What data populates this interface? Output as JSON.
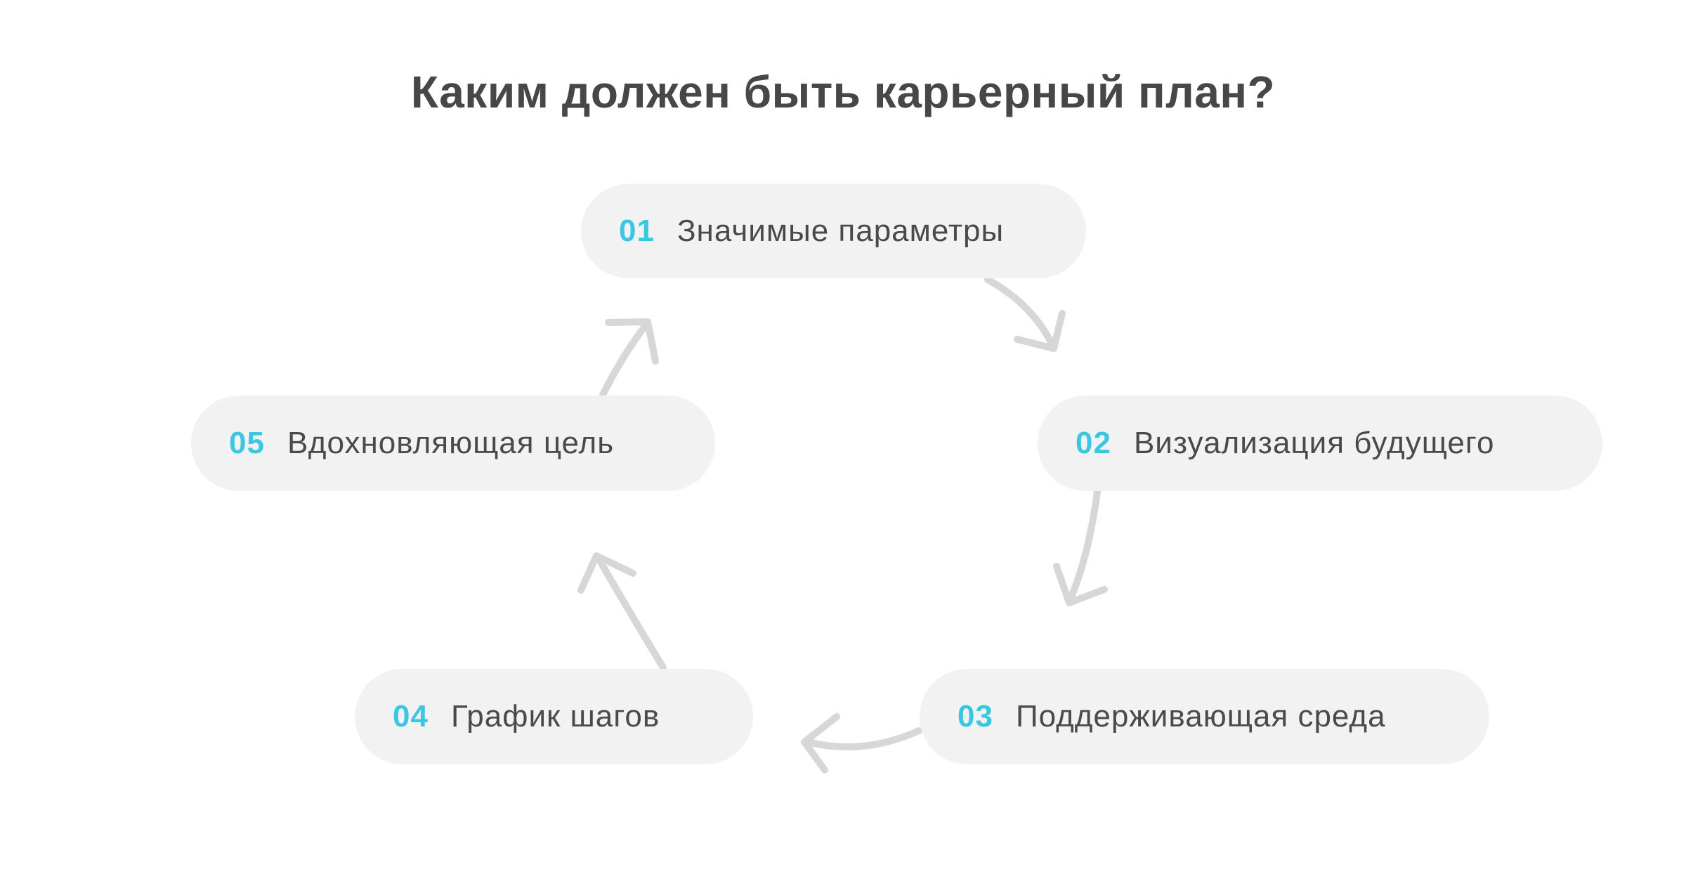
{
  "title": "Каким должен быть карьерный план?",
  "steps": [
    {
      "number": "01",
      "label": "Значимые параметры"
    },
    {
      "number": "02",
      "label": "Визуализация будущего"
    },
    {
      "number": "03",
      "label": "Поддерживающая среда"
    },
    {
      "number": "04",
      "label": "График шагов"
    },
    {
      "number": "05",
      "label": "Вдохновляющая цель"
    }
  ],
  "diagram": {
    "type": "cycle",
    "connections": [
      {
        "from": "01",
        "to": "02"
      },
      {
        "from": "02",
        "to": "03"
      },
      {
        "from": "03",
        "to": "04"
      },
      {
        "from": "04",
        "to": "05"
      },
      {
        "from": "05",
        "to": "01"
      }
    ]
  },
  "colors": {
    "background": "#FFFFFF",
    "pill_background": "#F2F2F3",
    "number_accent": "#3BC6E2",
    "label_text": "#4A4A4A",
    "title_text": "#474747",
    "arrow": "#D7D7D7"
  }
}
